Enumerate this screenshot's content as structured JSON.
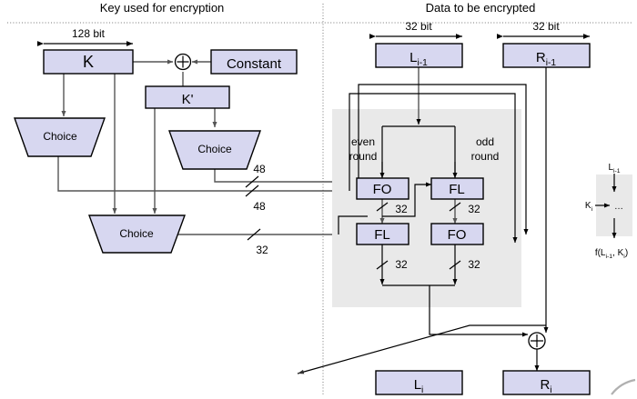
{
  "title": "Key used for encryption / Data to be encrypted block cipher round diagram",
  "headers": {
    "left": "Key used for encryption",
    "right": "Data to be encrypted"
  },
  "dimensions": {
    "key_width": "128 bit",
    "left_half_width": "32 bit",
    "right_half_width": "32 bit"
  },
  "key_side": {
    "k_box": "K",
    "constant_box": "Constant",
    "kprime_box": "K'",
    "xor_symbol": "⊕",
    "choice_left": "Choice",
    "choice_middle": "Choice",
    "choice_bottom": "Choice"
  },
  "wire_labels": {
    "fo_even_in_top": "48",
    "fo_even_in_bottom": "48",
    "fl_even_in": "32",
    "fo_even_out": "32",
    "fl_odd_out": "32",
    "fl_even_out": "32",
    "fo_odd_out": "32"
  },
  "data_side": {
    "left_in": "L",
    "left_in_sub": "i-1",
    "right_in": "R",
    "right_in_sub": "i-1",
    "left_out": "L",
    "left_out_sub": "i",
    "right_out": "R",
    "right_out_sub": "i",
    "even_round_label_line1": "even",
    "even_round_label_line2": "round",
    "odd_round_label_line1": "odd",
    "odd_round_label_line2": "round",
    "xor_symbol": "⊕",
    "blocks": {
      "even_top": "FO",
      "even_bottom": "FL",
      "odd_top": "FL",
      "odd_bottom": "FO"
    }
  },
  "inset": {
    "input_label": "L",
    "input_sub": "i-1",
    "key_label": "K",
    "key_sub": "i",
    "body_label": "…",
    "output_prefix": "f(L",
    "output_sub1": "i-1",
    "output_mid": ", K",
    "output_sub2": "i",
    "output_suffix": ")"
  },
  "colors": {
    "node_fill": "#d7d7f0",
    "node_stroke": "#000000",
    "wire": "#555555",
    "grey_region": "#e9e9e9",
    "background": "#ffffff",
    "divider": "#777777"
  }
}
